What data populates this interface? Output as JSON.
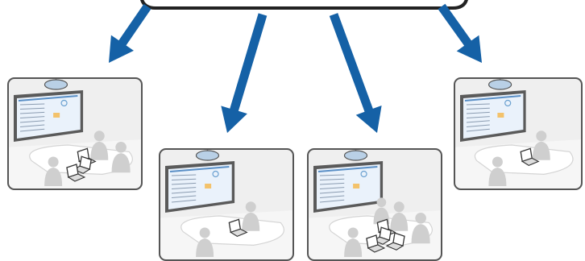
{
  "diagram": {
    "hub": {
      "kind": "rounded-bar",
      "partially_visible": true
    },
    "arrows": [
      {
        "id": "arrow-1",
        "target": "room-1"
      },
      {
        "id": "arrow-2",
        "target": "room-2"
      },
      {
        "id": "arrow-3",
        "target": "room-3"
      },
      {
        "id": "arrow-4",
        "target": "room-4"
      }
    ],
    "rooms": [
      {
        "id": "room-1",
        "participants": 3,
        "laptops": 3
      },
      {
        "id": "room-2",
        "participants": 2,
        "laptops": 1
      },
      {
        "id": "room-3",
        "participants": 4,
        "laptops": 4
      },
      {
        "id": "room-4",
        "participants": 2,
        "laptops": 1
      }
    ],
    "room_equipment": [
      "ceiling-projector",
      "wall-screen",
      "meeting-table"
    ]
  },
  "colors": {
    "arrow": "#1561a6",
    "panel_border": "#555555",
    "panel_bg": "#efefef",
    "figure": "#cfcfcf",
    "screen_bezel": "#5a5a5a",
    "screen_face": "#eaf2fb",
    "projector": "#b9d0e6",
    "hub_border": "#222222"
  },
  "icons": [
    "arrow-icon",
    "projector-icon",
    "laptop-icon",
    "person-silhouette-icon"
  ]
}
